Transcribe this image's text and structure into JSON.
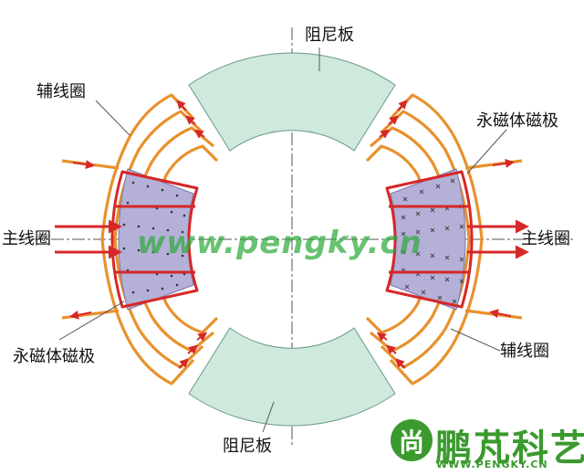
{
  "labels": {
    "damper_top": "阻尼板",
    "damper_bottom": "阻尼板",
    "aux_coil_left": "辅线圈",
    "aux_coil_right": "辅线圈",
    "main_coil_left": "主线圈",
    "main_coil_right": "主线圈",
    "pm_pole_left": "永磁体磁极",
    "pm_pole_right": "永磁体磁极"
  },
  "watermark": "www.pengky.cn",
  "logo": {
    "cn": "鹏芃科艺",
    "en": "WWW.PENGKY.CN"
  },
  "colors": {
    "damper_fill": "#cfe9dc",
    "coil_orange": "#e8912e",
    "coil_red": "#d62828",
    "pole_fill": "#b4b0d8",
    "logo_green": "#3a9a2e"
  }
}
